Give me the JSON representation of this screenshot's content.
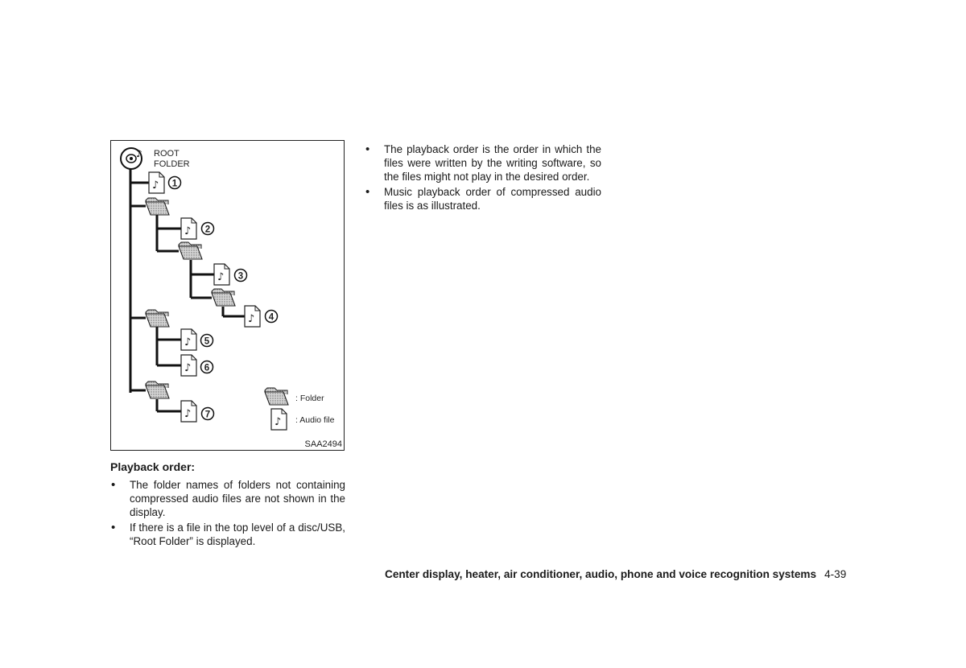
{
  "figure": {
    "root_label_line1": "ROOT",
    "root_label_line2": "FOLDER",
    "file_numbers": [
      "1",
      "2",
      "3",
      "4",
      "5",
      "6",
      "7"
    ],
    "legend": {
      "folder_label": ": Folder",
      "file_label": ": Audio file"
    },
    "code": "SAA2494"
  },
  "heading": "Playback order:",
  "left_bullets": [
    "The folder names of folders not containing compressed audio files are not shown in the display.",
    "If there is a file in the top level of a disc/USB, “Root Folder” is displayed."
  ],
  "right_bullets": [
    "The playback order is the order in which the files were written by the writing software, so the files might not play in the desired order.",
    "Music playback order of compressed audio files is as illustrated."
  ],
  "footer": {
    "title": "Center display, heater, air conditioner, audio, phone and voice recognition systems",
    "page": "4-39"
  }
}
